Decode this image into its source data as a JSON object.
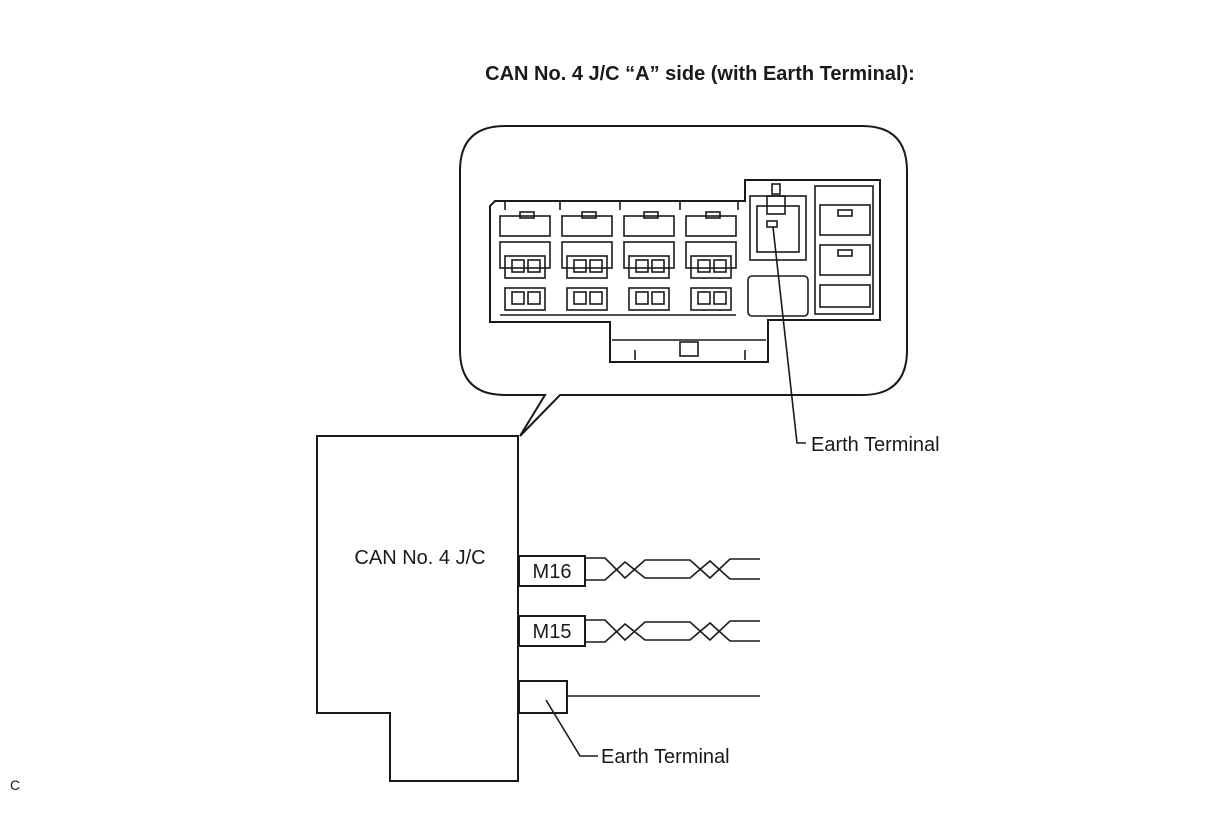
{
  "title": "CAN No. 4 J/C “A” side (with Earth Terminal):",
  "junction_label": "CAN No. 4 J/C",
  "connectors": {
    "m16": "M16",
    "m15": "M15"
  },
  "callouts": {
    "earth_terminal_top": "Earth Terminal",
    "earth_terminal_bottom": "Earth Terminal"
  },
  "corner_code": "C"
}
